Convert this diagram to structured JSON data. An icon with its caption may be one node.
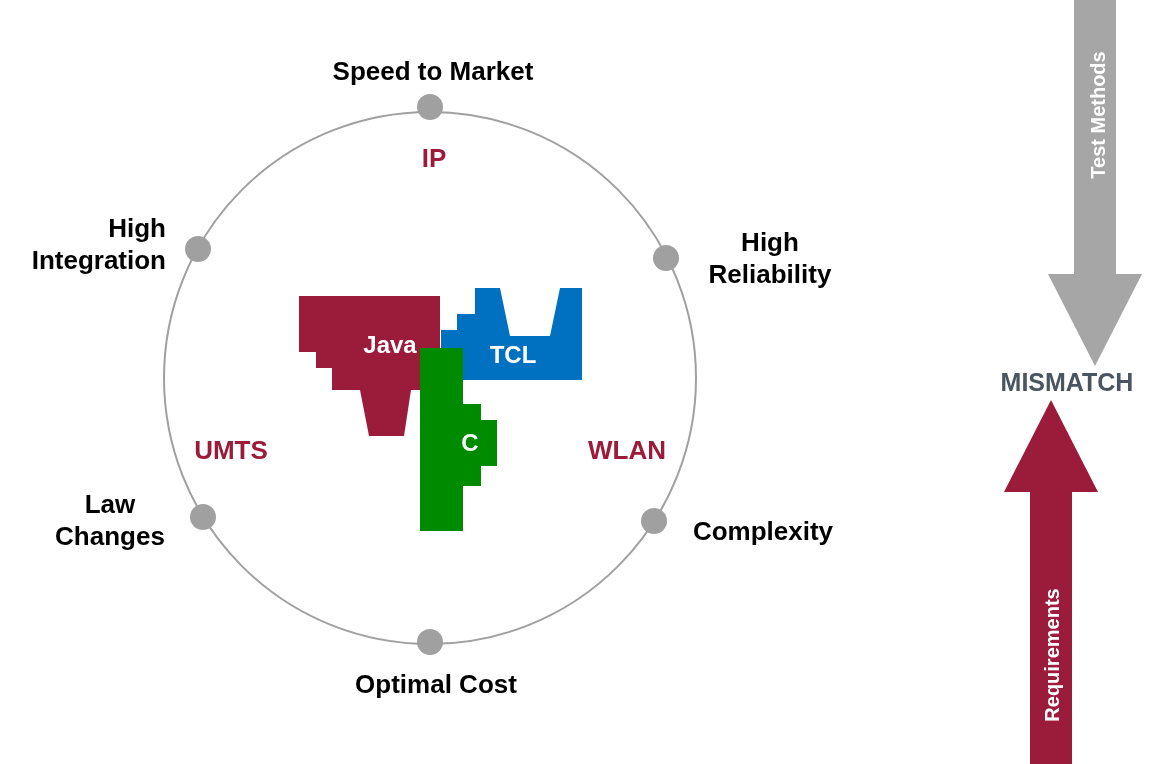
{
  "diagram": {
    "nodes": [
      {
        "text": [],
        "shape": "circle",
        "beside": [
          "Speed to Market"
        ]
      },
      {
        "text": [],
        "shape": "circle",
        "beside": [
          "High Integration"
        ]
      },
      {
        "text": [],
        "shape": "circle",
        "beside": [
          "High Reliability"
        ]
      },
      {
        "text": [
          "Java"
        ]
      },
      {
        "text": [
          "TCL"
        ]
      },
      {
        "text": [
          "C"
        ]
      },
      {
        "text": [],
        "shape": "circle",
        "beside": [
          "Law Changes"
        ]
      },
      {
        "text": [],
        "shape": "circle",
        "beside": [
          "Complexity"
        ]
      },
      {
        "text": [],
        "shape": "circle",
        "beside": [
          "Optimal Cost"
        ]
      },
      {
        "text": [
          "MISMATCH"
        ]
      }
    ],
    "edges": [
      {
        "from": null,
        "to": 9,
        "arrow": "to",
        "label": "Test Methods",
        "color": "#a6a6a6"
      },
      {
        "from": null,
        "to": 9,
        "arrow": "to",
        "label": "Requirements",
        "color": "#9b1b3a"
      }
    ],
    "labels": [
      "IP",
      "UMTS",
      "WLAN"
    ]
  }
}
